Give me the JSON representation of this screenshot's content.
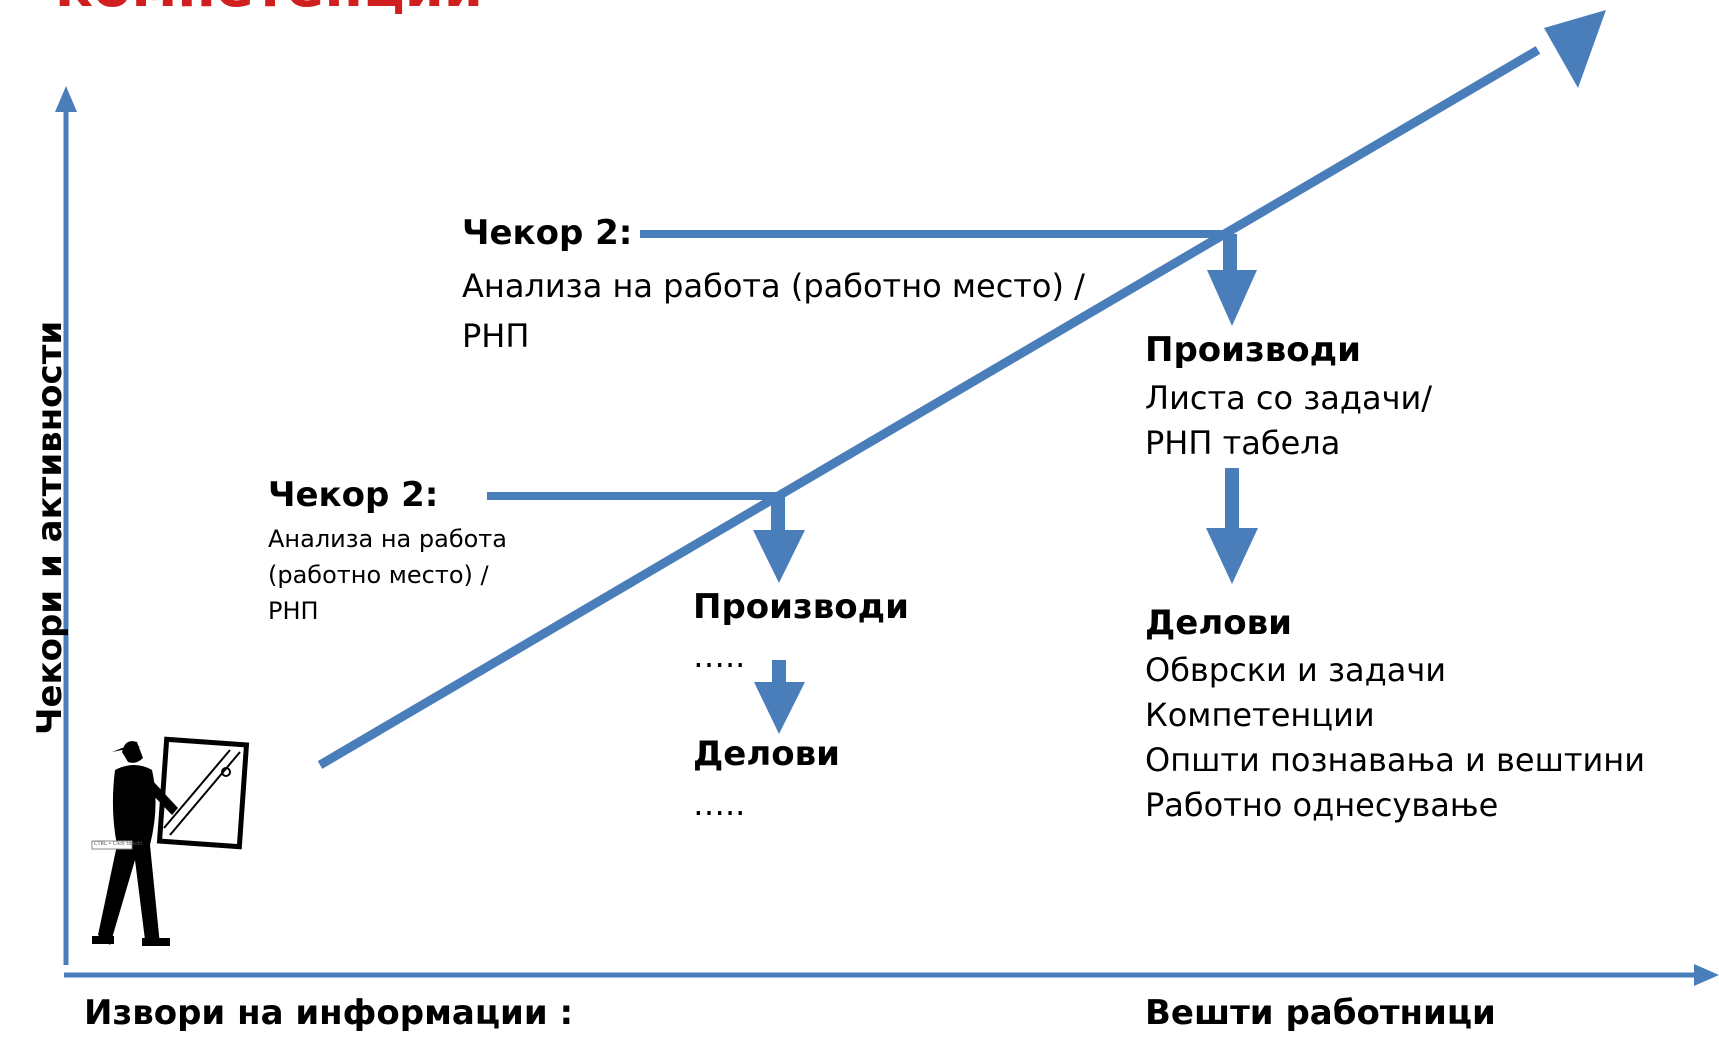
{
  "slide": {
    "title": "компетенции",
    "y_axis_label": "Чекори и активности",
    "x_axis_left_label": "Извори на информации :",
    "x_axis_right_label": "Вешти работници"
  },
  "step_upper": {
    "heading": "Чекор 2:",
    "line1": "Анализа на работа (работно место) /",
    "line2": "РНП"
  },
  "step_lower": {
    "heading": "Чекор 2:",
    "line1": "Анализа на работа",
    "line2": "(работно место) /",
    "line3": "РНП"
  },
  "right_products": {
    "heading": "Производи",
    "line1": "Листа со задачи/",
    "line2": "РНП табела"
  },
  "right_parts": {
    "heading": "Делови",
    "items": [
      "Обврски и задачи",
      "Компетенции",
      "Општи познавања и вештини",
      "Работно однесување"
    ]
  },
  "middle_products": {
    "heading": "Производи",
    "text": "….."
  },
  "middle_parts": {
    "heading": "Делови",
    "text": "….."
  },
  "figure_label": "CTRL • Click to edit",
  "colors": {
    "line": "#4a7ebb",
    "title": "#d11f1f"
  },
  "icons": {
    "worker": "window-installer-clipart-icon"
  }
}
